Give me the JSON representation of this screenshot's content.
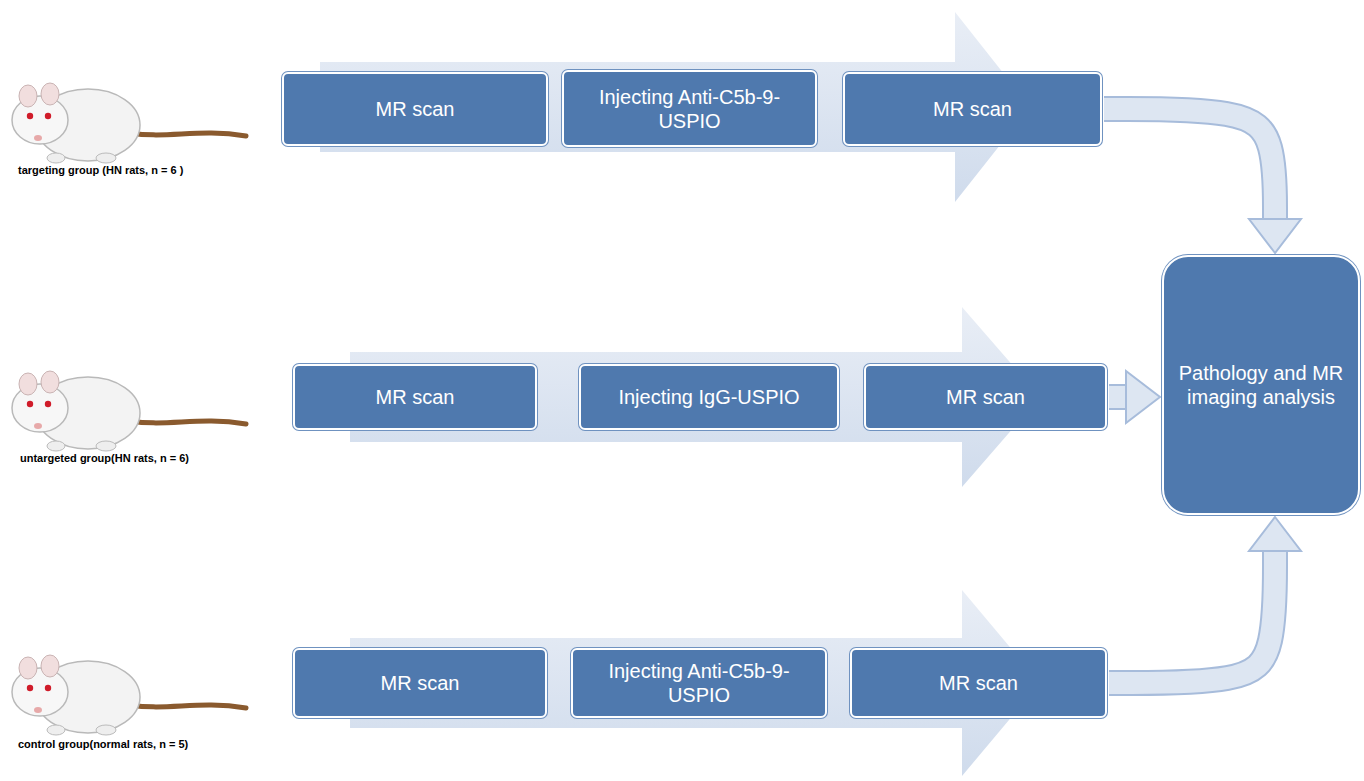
{
  "diagram": {
    "nodes": [
      {
        "text": [
          "MR scan"
        ]
      },
      {
        "text": [
          "Injecting Anti-C5b-9-USPIO"
        ]
      },
      {
        "text": [
          "MR scan"
        ]
      },
      {
        "text": [
          "MR scan"
        ]
      },
      {
        "text": [
          "Injecting IgG-USPIO"
        ]
      },
      {
        "text": [
          "MR scan"
        ]
      },
      {
        "text": [
          "MR scan"
        ]
      },
      {
        "text": [
          "Injecting Anti-C5b-9-USPIO"
        ]
      },
      {
        "text": [
          "MR scan"
        ]
      },
      {
        "text": [
          "Pathology and MR imaging analysis"
        ]
      }
    ],
    "edges": [
      {
        "from": 2,
        "to": 9,
        "arrow": "to"
      },
      {
        "from": 5,
        "to": 9,
        "arrow": "to"
      },
      {
        "from": 8,
        "to": 9,
        "arrow": "to"
      }
    ],
    "labels": [
      "targeting group  (HN rats, n = 6 )",
      "untargeted group(HN rats, n = 6)",
      "control group(normal rats, n = 5)"
    ]
  }
}
